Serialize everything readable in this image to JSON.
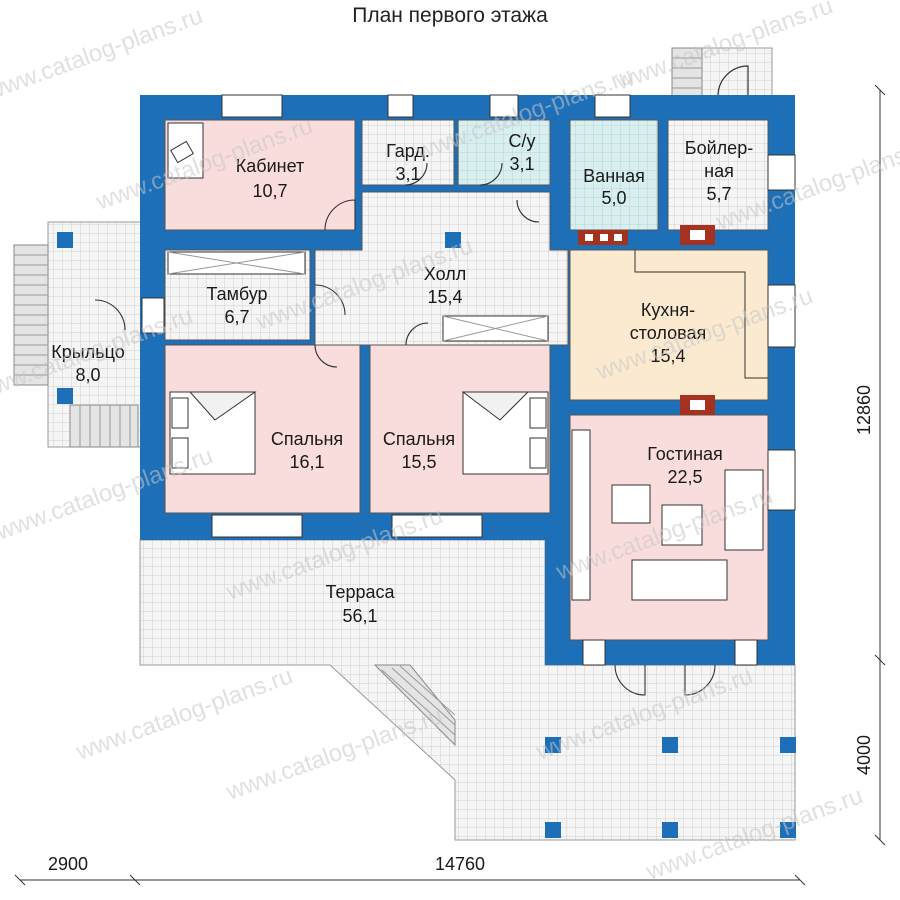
{
  "title": "План первого этажа",
  "watermark": "www.catalog-plans.ru",
  "colors": {
    "wall": "#1d6fb8",
    "room_pink": "#f9dcdc",
    "room_blue": "#d7eeee",
    "kitchen": "#fbead0",
    "tile": "#f4f4f4",
    "grid": "#c9c9c9",
    "text": "#1a1a1a",
    "chimney": "#a5321f"
  },
  "rooms": [
    {
      "id": "kabinet",
      "name": "Кабинет",
      "area": "10,7"
    },
    {
      "id": "gard",
      "name": "Гард.",
      "area": "3,1"
    },
    {
      "id": "su",
      "name": "С/у",
      "area": "3,1"
    },
    {
      "id": "vannaya",
      "name": "Ванная",
      "area": "5,0"
    },
    {
      "id": "boiler",
      "name": "Бойлер-",
      "name2": "ная",
      "area": "5,7"
    },
    {
      "id": "holl",
      "name": "Холл",
      "area": "15,4"
    },
    {
      "id": "tambur",
      "name": "Тамбур",
      "area": "6,7"
    },
    {
      "id": "kuhnya",
      "name": "Кухня-",
      "name2": "столовая",
      "area": "15,4"
    },
    {
      "id": "krylco",
      "name": "Крыльцо",
      "area": "8,0"
    },
    {
      "id": "spalnya1",
      "name": "Спальня",
      "area": "16,1"
    },
    {
      "id": "spalnya2",
      "name": "Спальня",
      "area": "15,5"
    },
    {
      "id": "gostinaya",
      "name": "Гостиная",
      "area": "22,5"
    },
    {
      "id": "terrasa",
      "name": "Терраса",
      "area": "56,1"
    }
  ],
  "dimensions": {
    "left_bottom": "2900",
    "bottom": "14760",
    "right_upper": "12860",
    "right_lower": "4000"
  }
}
